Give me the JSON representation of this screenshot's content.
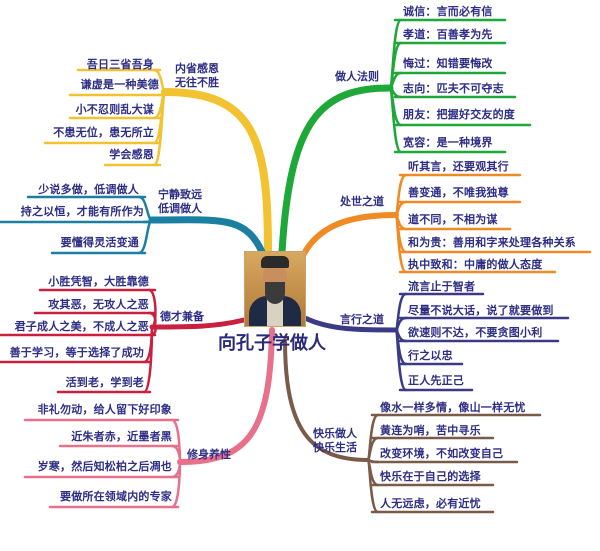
{
  "center": {
    "title": "向孔子学做人"
  },
  "branches": [
    {
      "id": "neisheng",
      "label": [
        "内省感恩",
        "无往不胜"
      ],
      "color": "#f2c230",
      "items": [
        "吾日三省吾身",
        "谦虚是一种美德",
        "小不忍则乱大谋",
        "不患无位，患无所立",
        "学会感恩"
      ]
    },
    {
      "id": "ningjing",
      "label": [
        "宁静致远",
        "低调做人"
      ],
      "color": "#1a7fa0",
      "items": [
        "少说多做，低调做人",
        "持之以恒，才能有所作为",
        "要懂得灵活变通"
      ]
    },
    {
      "id": "zuoren",
      "label": [
        "做人法则"
      ],
      "color": "#1fa83a",
      "items": [
        "诚信：言而必有信",
        "孝道：百善孝为先",
        "悔过：知错要悔改",
        "志向：匹夫不可夺志",
        "朋友：把握好交友的度",
        "宽容：是一种境界"
      ]
    },
    {
      "id": "chushi",
      "label": [
        "处世之道"
      ],
      "color": "#f08a24",
      "items": [
        "听其言，还要观其行",
        "善变通，不唯我独尊",
        "道不同，不相为谋",
        "和为贵：善用和字来处理各种关系",
        "执中致和：中庸的做人态度"
      ]
    },
    {
      "id": "yanxing",
      "label": [
        "言行之道"
      ],
      "color": "#3a3a86",
      "items": [
        "流言止于智者",
        "尽量不说大话，说了就要做到",
        "欲速则不达，不要贪图小利",
        "行之以忠",
        "正人先正己"
      ]
    },
    {
      "id": "kuaile",
      "label": [
        "快乐做人",
        "快乐生活"
      ],
      "color": "#7a5a48",
      "items": [
        "像水一样多情，像山一样无忧",
        "黄连为哨，苦中寻乐",
        "改变环境，不如改变自己",
        "快乐在于自己的选择",
        "人无远虑，必有近忧"
      ]
    },
    {
      "id": "decai",
      "label": [
        "德才兼备"
      ],
      "color": "#c8203e",
      "items": [
        "小胜凭智，大胜靠德",
        "攻其恶，无攻人之恶",
        "君子成人之美，不成人之恶",
        "善于学习，等于选择了成功",
        "活到老，学到老"
      ]
    },
    {
      "id": "xiushen",
      "label": [
        "修身养性"
      ],
      "color": "#e8708a",
      "items": [
        "非礼勿动，给人留下好印象",
        "近朱者赤，近墨者黑",
        "岁寒，然后知松柏之后凋也",
        "要做所在领域内的专家"
      ]
    }
  ]
}
